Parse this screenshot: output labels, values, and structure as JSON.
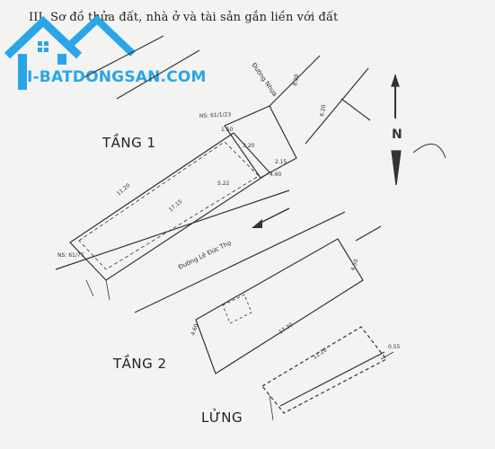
{
  "heading": "III. Sơ đồ thửa đất, nhà ở và tài sản gắn liền với đất",
  "watermark": {
    "text": "I-BATDONGSAN.COM",
    "color": "#2aa6e8"
  },
  "floors": {
    "ground": "TẦNG 1",
    "second": "TẦNG 2",
    "mezzanine": "LỬNG"
  },
  "streets": {
    "nhua": "Đường Nhựa",
    "le_duc_tho": "Đường Lê Đức Thọ"
  },
  "parcels": {
    "top": "NS: 61/1/23",
    "left": "NS: 61/77"
  },
  "north": "N",
  "dims": {
    "d1": "1.50",
    "d2": "4.60",
    "d3": "17.15",
    "d4": "11.20",
    "d5": "5.22",
    "d6": "2.15",
    "d7": "3.20",
    "d8": "8.20",
    "d9": "6.20",
    "d10": "17.30",
    "d11": "11.20",
    "d12": "4.60",
    "d13": "4.50",
    "d14": "0.55"
  }
}
